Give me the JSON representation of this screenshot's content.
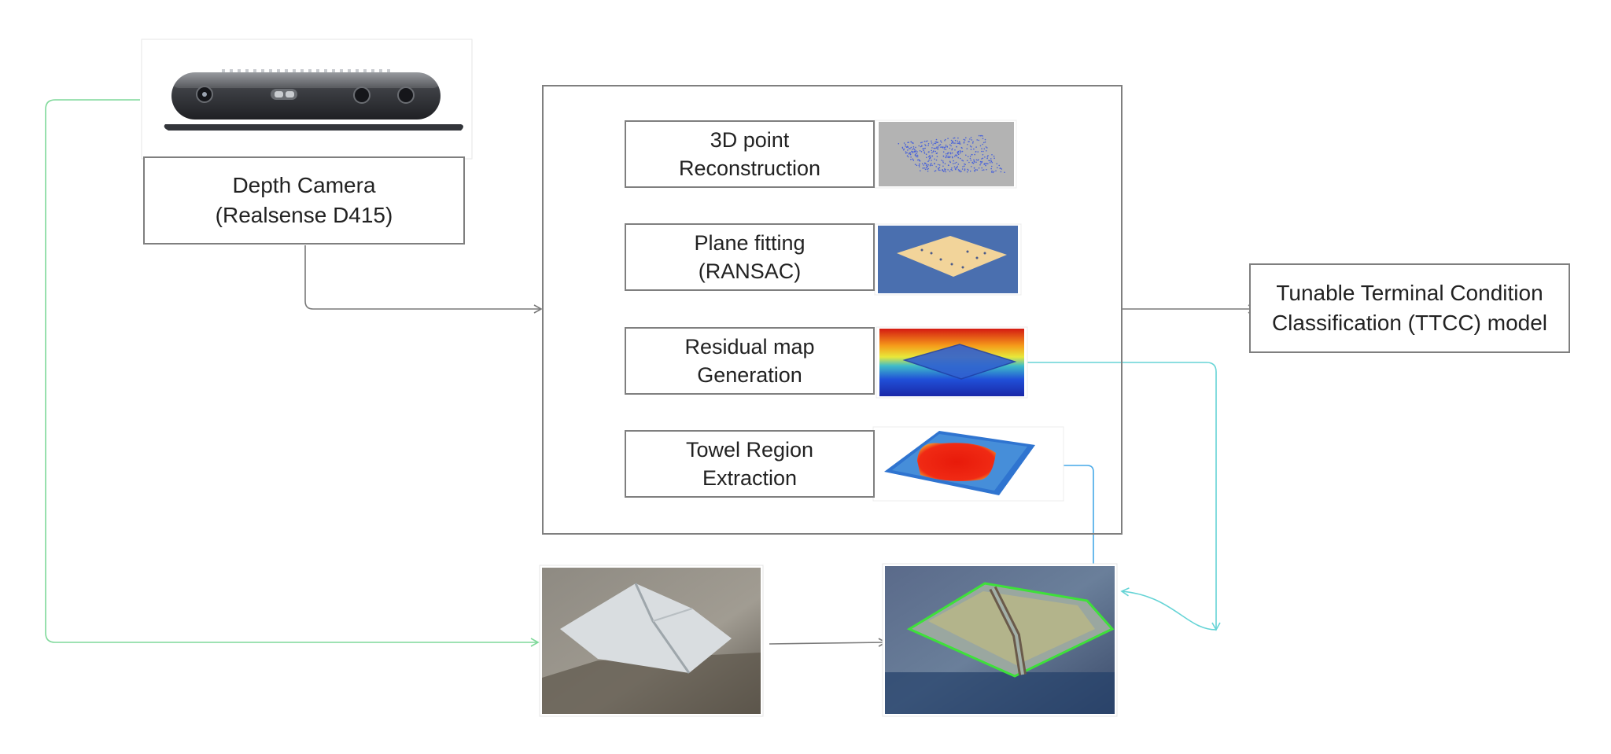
{
  "camera": {
    "label": "Depth Camera\n(Realsense D415)",
    "icon": "depth-camera-image"
  },
  "pipeline": {
    "steps": [
      {
        "label": "3D point\nReconstruction",
        "thumbnail": "point-cloud-icon"
      },
      {
        "label": "Plane fitting\n(RANSAC)",
        "thumbnail": "plane-fit-icon"
      },
      {
        "label": "Residual map\nGeneration",
        "thumbnail": "residual-heatmap-icon"
      },
      {
        "label": "Towel Region\nExtraction",
        "thumbnail": "towel-region-icon"
      }
    ]
  },
  "model": {
    "label": "Tunable Terminal Condition\nClassification (TTCC) model"
  },
  "images": {
    "rgb_photo": "towel-photo-image",
    "overlay_photo": "towel-overlay-image"
  },
  "colors": {
    "box_border": "#7f7f7f",
    "arrow_gray": "#7a7a7a",
    "arrow_green": "#7fd99a",
    "arrow_cyan": "#66d4d6",
    "arrow_blue": "#45a8e8"
  }
}
